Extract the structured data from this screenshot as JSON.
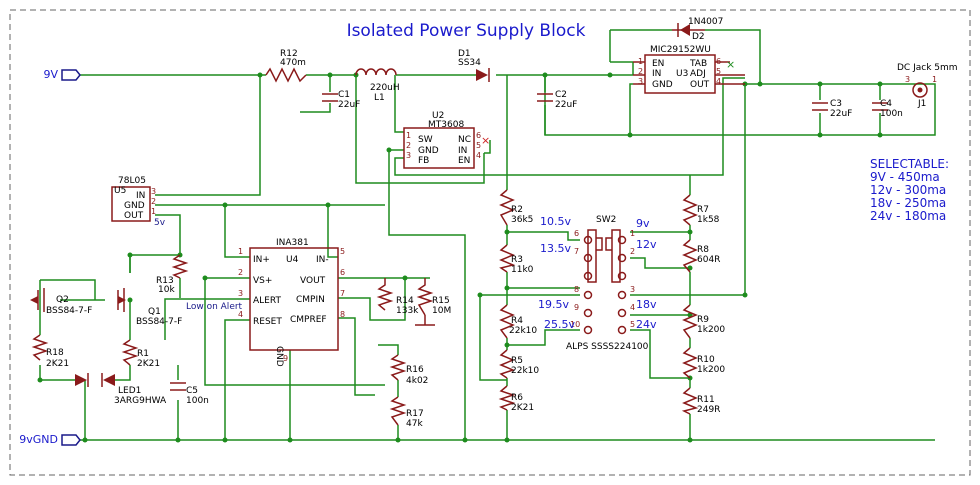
{
  "title": "Isolated Power Supply Block",
  "nets": {
    "input": "9V",
    "ground": "9vGND"
  },
  "parts": {
    "R12": {
      "ref": "R12",
      "value": "470m"
    },
    "C1": {
      "ref": "C1",
      "value": "22uF"
    },
    "L1": {
      "ref": "L1",
      "value": "220uH"
    },
    "D1": {
      "ref": "D1",
      "value": "SS34"
    },
    "C2": {
      "ref": "C2",
      "value": "22uF"
    },
    "D2": {
      "ref": "D2",
      "value": "1N4007"
    },
    "U3": {
      "ref": "U3",
      "value": "MIC29152WU",
      "pins": [
        "EN",
        "IN",
        "GND",
        "TAB",
        "ADJ",
        "OUT"
      ],
      "nums": [
        "1",
        "2",
        "3",
        "6",
        "5",
        "4"
      ]
    },
    "U2": {
      "ref": "U2",
      "value": "MT3608",
      "pins": [
        "SW",
        "GND",
        "FB",
        "NC",
        "IN",
        "EN"
      ],
      "nums": [
        "1",
        "2",
        "3",
        "6",
        "5",
        "4"
      ]
    },
    "U5": {
      "ref": "U5",
      "value": "78L05",
      "pins": [
        "IN",
        "GND",
        "OUT"
      ],
      "nums": [
        "3",
        "2",
        "1"
      ],
      "rail": "5v"
    },
    "C3": {
      "ref": "C3",
      "value": "22uF"
    },
    "C4": {
      "ref": "C4",
      "value": "100n"
    },
    "J1": {
      "ref": "J1",
      "value": "DC Jack 5mm",
      "nums": [
        "3",
        "1"
      ]
    },
    "U4": {
      "ref": "U4",
      "value": "INA381",
      "pins": [
        "IN+",
        "VS+",
        "ALERT",
        "RESET",
        "IN-",
        "VOUT",
        "CMPIN",
        "CMPREF",
        "GND"
      ],
      "nums": [
        "1",
        "2",
        "3",
        "4",
        "5",
        "6",
        "7",
        "8",
        "9"
      ]
    },
    "R13": {
      "ref": "R13",
      "value": "10k"
    },
    "Q1": {
      "ref": "Q1",
      "value": "BSS84-7-F"
    },
    "Q2": {
      "ref": "Q2",
      "value": "BSS84-7-F"
    },
    "R1": {
      "ref": "R1",
      "value": "2K21"
    },
    "R18": {
      "ref": "R18",
      "value": "2K21"
    },
    "LED1": {
      "ref": "LED1",
      "value": "3ARG9HWA"
    },
    "C5": {
      "ref": "C5",
      "value": "100n"
    },
    "R14": {
      "ref": "R14",
      "value": "133k"
    },
    "R15": {
      "ref": "R15",
      "value": "10M"
    },
    "R16": {
      "ref": "R16",
      "value": "4k02"
    },
    "R17": {
      "ref": "R17",
      "value": "47k"
    },
    "R2": {
      "ref": "R2",
      "value": "36k5"
    },
    "R3": {
      "ref": "R3",
      "value": "11k0"
    },
    "R4": {
      "ref": "R4",
      "value": "22k10"
    },
    "R5": {
      "ref": "R5",
      "value": "22k10"
    },
    "R6": {
      "ref": "R6",
      "value": "2K21"
    },
    "R7": {
      "ref": "R7",
      "value": "1k58"
    },
    "R8": {
      "ref": "R8",
      "value": "604R"
    },
    "R9": {
      "ref": "R9",
      "value": "1k200"
    },
    "R10": {
      "ref": "R10",
      "value": "1k200"
    },
    "R11": {
      "ref": "R11",
      "value": "249R"
    },
    "SW2": {
      "ref": "SW2",
      "value": "ALPS SSSS224100",
      "nums": [
        "6",
        "7",
        "8",
        "9",
        "10",
        "1",
        "2",
        "3",
        "4",
        "5"
      ]
    }
  },
  "labels": {
    "low_on_alert": "Low on Alert",
    "v10_5": "10.5v",
    "v13_5": "13.5v",
    "v19_5": "19.5v",
    "v25_5": "25.5v",
    "v9": "9v",
    "v12": "12v",
    "v18": "18v",
    "v24": "24v"
  },
  "selectable": {
    "heading": "SELECTABLE:",
    "lines": [
      "9V - 450ma",
      "12v - 300ma",
      "18v - 250ma",
      "24v - 180ma"
    ]
  },
  "colors": {
    "wire": "#1e8c1e",
    "component": "#8a1a1a",
    "text": "#1a1acc",
    "border": "#666666"
  }
}
